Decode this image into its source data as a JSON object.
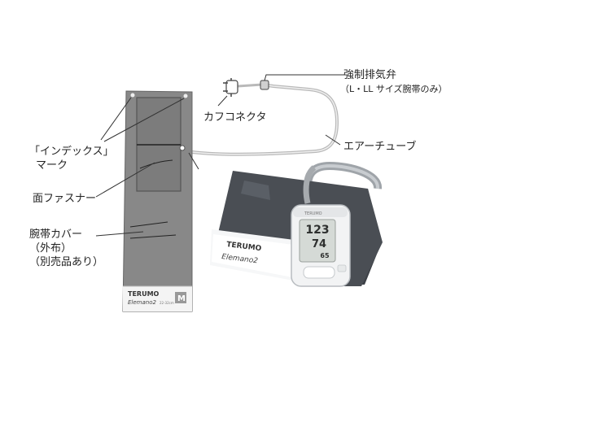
{
  "labels": {
    "valve": "強制排気弁",
    "valve_note": "（L・LL サイズ腕帯のみ）",
    "connector": "カフコネクタ",
    "air_tube": "エアーチューブ",
    "index_mark_line1": "「インデックス」",
    "index_mark_line2": "マーク",
    "fastener": "面ファスナー",
    "cover_line1": "腕帯カバー",
    "cover_line2": "（外布）",
    "cover_line3": "（別売品あり）"
  },
  "cuff_brand": {
    "maker": "TERUMO",
    "model": "Elemano2",
    "size_range": "22-32cm",
    "size": "M"
  },
  "photo_brand": {
    "maker": "TERUMO",
    "model": "Elemano2"
  },
  "display": {
    "systolic": "123",
    "diastolic": "74",
    "pulse": "65"
  },
  "colors": {
    "cuff_fill": "#878787",
    "cuff_dark_window": "#7a7a7a",
    "cuff_in_photo": "#4a4e54",
    "line": "#333333"
  }
}
